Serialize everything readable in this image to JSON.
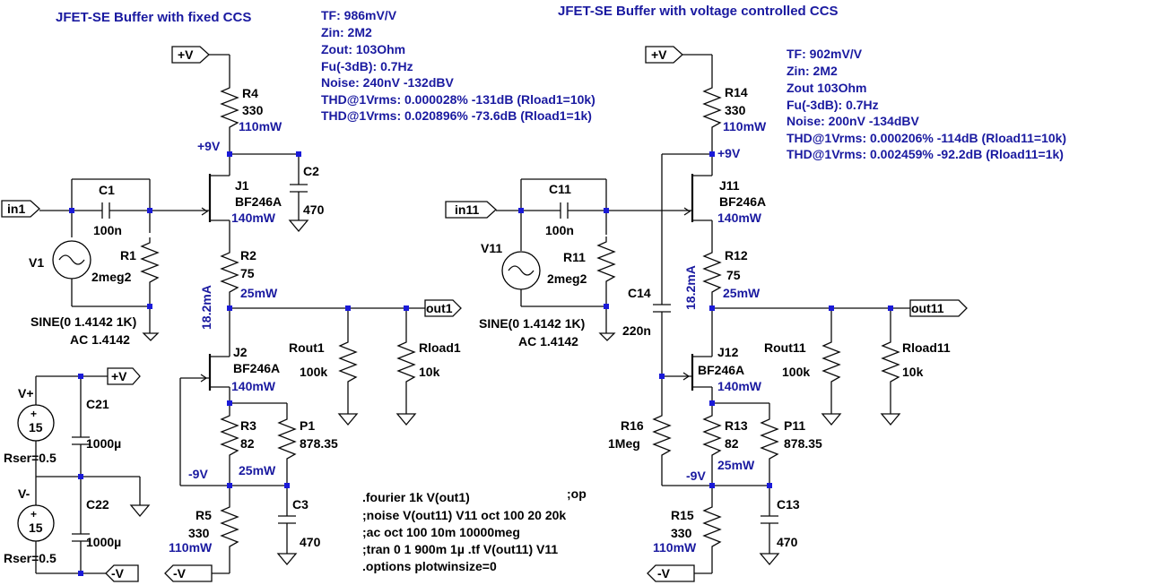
{
  "titles": {
    "left": "JFET-SE Buffer with fixed CCS",
    "right": "JFET-SE Buffer with voltage controlled CCS"
  },
  "specs_left": [
    "TF: 986mV/V",
    "Zin: 2M2",
    "Zout: 103Ohm",
    "Fu(-3dB): 0.7Hz",
    "Noise: 240nV  -132dBV",
    "THD@1Vrms: 0.000028%  -131dB (Rload1=10k)",
    "THD@1Vrms: 0.020896%  -73.6dB (Rload1=1k)"
  ],
  "specs_right": [
    "TF: 902mV/V",
    "Zin: 2M2",
    "Zout 103Ohm",
    "Fu(-3dB): 0.7Hz",
    "Noise: 200nV  -134dBV",
    "THD@1Vrms:  0.000206% -114dB (Rload11=10k)",
    "THD@1Vrms:  0.002459% -92.2dB (Rload11=1k)"
  ],
  "ports": {
    "vplus_a": "+V",
    "vplus_b": "+V",
    "vplus_c": "+V",
    "vminus_a": "-V",
    "vminus_b": "-V",
    "vminus_c": "-V",
    "in1": "in1",
    "in11": "in11",
    "out1": "out1",
    "out11": "out11"
  },
  "left": {
    "r4": [
      "R4",
      "330",
      "110mW"
    ],
    "node9v": "+9V",
    "c2": [
      "C2",
      "470"
    ],
    "j1": [
      "J1",
      "BF246A",
      "140mW"
    ],
    "c1": [
      "C1",
      "100n"
    ],
    "v1": [
      "V1"
    ],
    "r1": [
      "R1",
      "2meg2"
    ],
    "sine": [
      "SINE(0 1.4142 1K)",
      "AC 1.4142"
    ],
    "r2": [
      "R2",
      "75",
      "25mW"
    ],
    "current": "18.2mA",
    "j2": [
      "J2",
      "BF246A",
      "140mW"
    ],
    "rout": [
      "Rout1",
      "100k"
    ],
    "rload": [
      "Rload1",
      "10k"
    ],
    "r3": [
      "R3",
      "82"
    ],
    "p1": [
      "P1",
      "878.35"
    ],
    "node_m9v": "-9V",
    "pw25": "25mW",
    "r5": [
      "R5",
      "330",
      "110mW"
    ],
    "c3": [
      "C3",
      "470"
    ]
  },
  "supply": {
    "vp": [
      "V+",
      "15",
      "Rser=0.5"
    ],
    "vm": [
      "V-",
      "15",
      "Rser=0.5"
    ],
    "c21": [
      "C21",
      "1000µ"
    ],
    "c22": [
      "C22",
      "1000µ"
    ]
  },
  "right": {
    "r14": [
      "R14",
      "330",
      "110mW"
    ],
    "node9v": "+9V",
    "j11": [
      "J11",
      "BF246A",
      "140mW"
    ],
    "c11": [
      "C11",
      "100n"
    ],
    "v11": [
      "V11"
    ],
    "r11": [
      "R11",
      "2meg2"
    ],
    "sine": [
      "SINE(0 1.4142 1K)",
      "AC 1.4142"
    ],
    "c14": [
      "C14",
      "220n"
    ],
    "r12": [
      "R12",
      "75",
      "25mW"
    ],
    "current": "18.2mA",
    "j12": [
      "J12",
      "BF246A",
      "140mW"
    ],
    "rout": [
      "Rout11",
      "100k"
    ],
    "rload": [
      "Rload11",
      "10k"
    ],
    "r16": [
      "R16",
      "1Meg"
    ],
    "r13": [
      "R13",
      "82"
    ],
    "p11": [
      "P11",
      "878.35"
    ],
    "node_m9v": "-9V",
    "pw25": "25mW",
    "r15": [
      "R15",
      "330",
      "110mW"
    ],
    "c13": [
      "C13",
      "470"
    ]
  },
  "directives": [
    ".fourier 1k V(out1)",
    ";op",
    ";noise V(out11) V11 oct 100 20 20k",
    ";ac oct 100 10m 10000meg",
    ";tran 0 1 900m 1µ  .tf V(out11) V11",
    ".options plotwinsize=0"
  ]
}
